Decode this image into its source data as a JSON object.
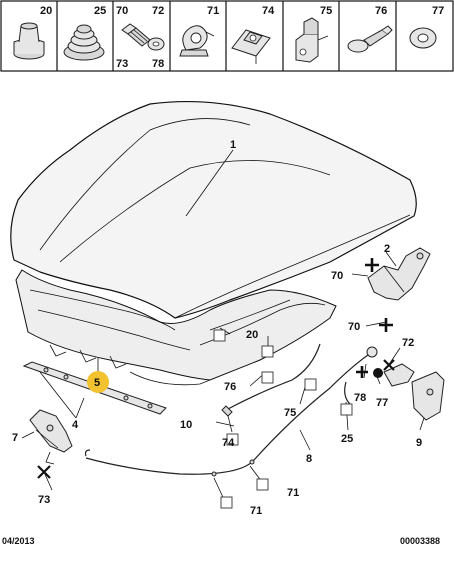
{
  "header_parts": [
    {
      "nums": [
        "20"
      ]
    },
    {
      "nums": [
        "25"
      ]
    },
    {
      "nums": [
        "70",
        "72",
        "73",
        "78"
      ]
    },
    {
      "nums": [
        "71"
      ]
    },
    {
      "nums": [
        "74"
      ]
    },
    {
      "nums": [
        "75"
      ]
    },
    {
      "nums": [
        "76"
      ]
    },
    {
      "nums": [
        "77"
      ]
    }
  ],
  "callouts": {
    "c1": "1",
    "c2": "2",
    "c4": "4",
    "c5": "5",
    "c7": "7",
    "c8": "8",
    "c9": "9",
    "c10": "10",
    "c20": "20",
    "c25": "25",
    "c70a": "70",
    "c70b": "70",
    "c71a": "71",
    "c71b": "71",
    "c72": "72",
    "c73": "73",
    "c74": "74",
    "c75": "75",
    "c76": "76",
    "c77": "77",
    "c78": "78"
  },
  "footer": {
    "date": "04/2013",
    "ref": "00003388"
  },
  "colors": {
    "highlight": "#f2c230",
    "line": "#111111",
    "part_fill": "#e6e6e6"
  }
}
